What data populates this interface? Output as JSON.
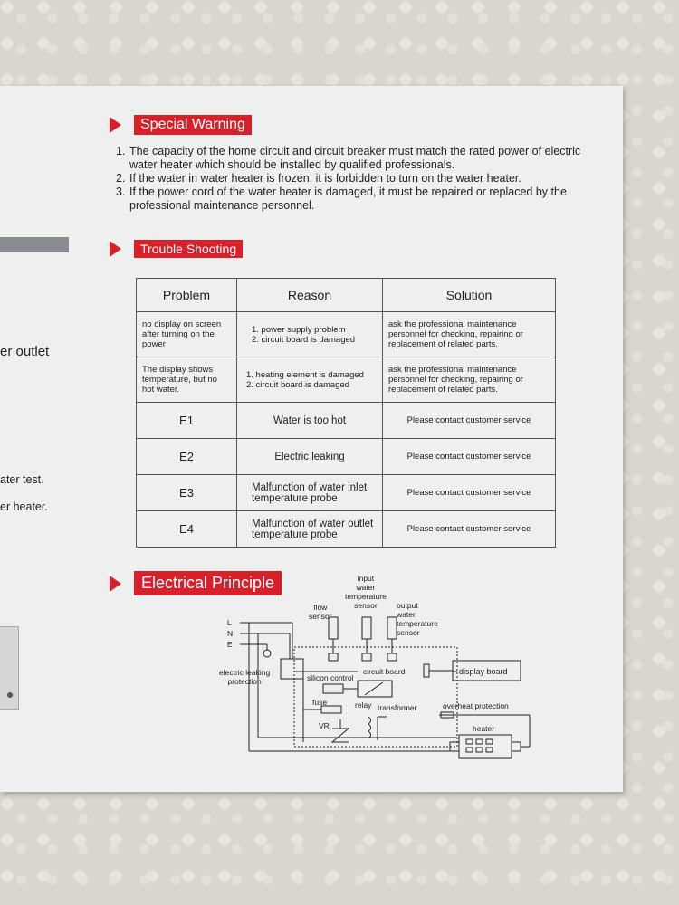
{
  "left_fragments": [
    "er outlet",
    "ater test.",
    "er heater."
  ],
  "special_warning": {
    "title": "Special Warning",
    "items": [
      {
        "num": "1.",
        "text": "The capacity of the home circuit and circuit breaker must match the rated power of electric water heater which should be installed by qualified professionals."
      },
      {
        "num": "2.",
        "text": "If the water in water heater is frozen, it is forbidden to turn on the water heater."
      },
      {
        "num": "3.",
        "text": "If the power cord of the water heater is damaged, it must be repaired or replaced by the professional maintenance personnel."
      }
    ]
  },
  "trouble_shooting": {
    "title": "Trouble Shooting",
    "headers": [
      "Problem",
      "Reason",
      "Solution"
    ],
    "rows": [
      {
        "problem": "no display on screen after turning on the power",
        "reason": "1. power supply problem\n2. circuit board is damaged",
        "solution": "ask the professional maintenance personnel for checking, repairing or replacement of related parts."
      },
      {
        "problem": "The display shows temperature, but no hot water.",
        "reason": "1. heating element is damaged\n2. circuit board is damaged",
        "solution": "ask the professional maintenance personnel for checking, repairing or replacement of related parts."
      },
      {
        "problem": "E1",
        "reason": "Water is too hot",
        "solution": "Please contact customer service"
      },
      {
        "problem": "E2",
        "reason": "Electric leaking",
        "solution": "Please contact customer service"
      },
      {
        "problem": "E3",
        "reason": "Malfunction of water inlet temperature probe",
        "solution": "Please contact customer service"
      },
      {
        "problem": "E4",
        "reason": "Malfunction of water outlet temperature probe",
        "solution": "Please contact customer service"
      }
    ]
  },
  "electrical_principle": {
    "title": "Electrical Principle",
    "labels": {
      "flow_sensor": "flow\nsensor",
      "input_sensor": "input\nwater\ntemperature\nsensor",
      "output_sensor": "output\nwater\ntemperature\nsensor",
      "L": "L",
      "N": "N",
      "E": "E",
      "leak": "electric leaking\nprotection",
      "silicon": "silicon control",
      "circuit_board": "circuit board",
      "display_board": "display board",
      "fuse": "fuse",
      "relay": "relay",
      "transformer": "transformer",
      "overheat": "overheat protection",
      "vr": "VR",
      "heater": "heater"
    }
  }
}
